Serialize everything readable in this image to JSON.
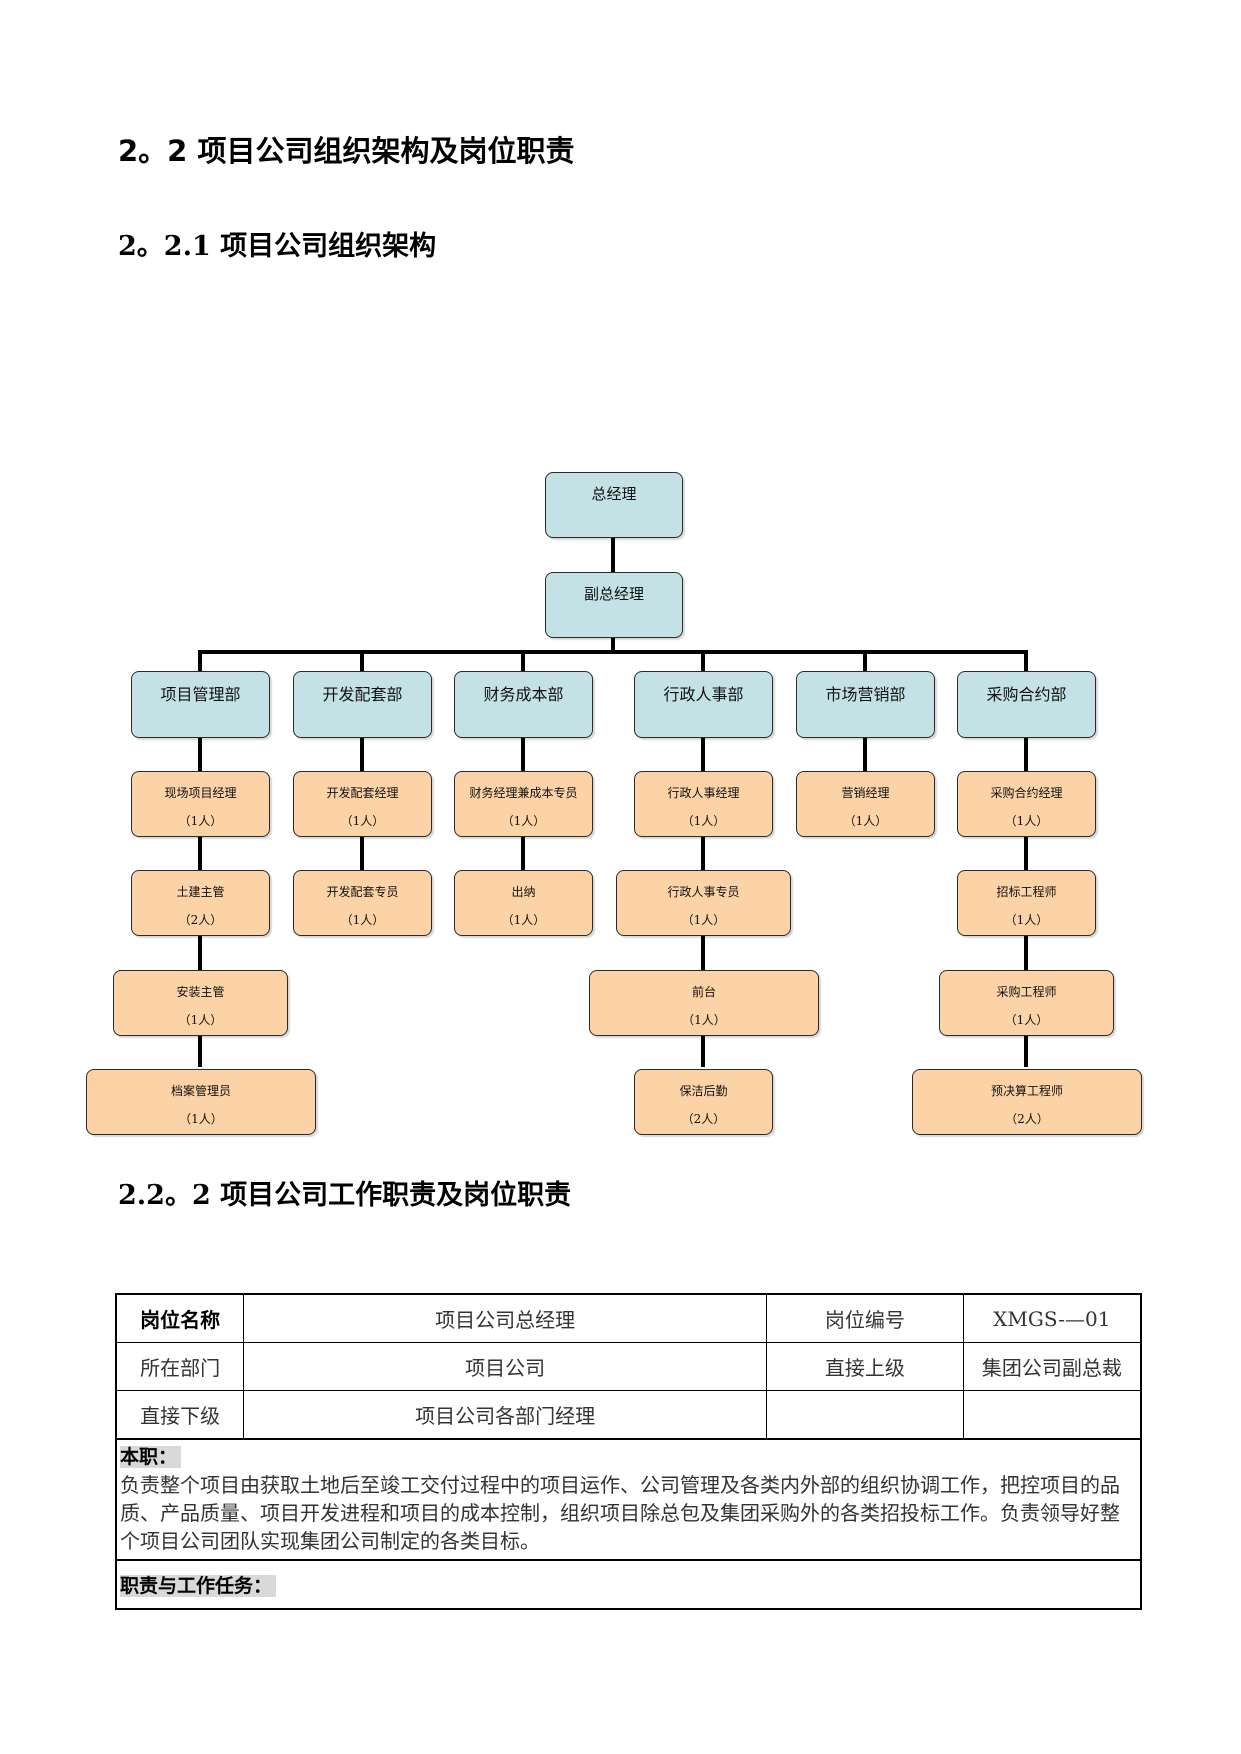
{
  "headings": {
    "h1": "2。2 项目公司组织架构及岗位职责",
    "h2a": "2。2.1 项目公司组织架构",
    "h2b": "2.2。2 项目公司工作职责及岗位职责"
  },
  "org": {
    "gm": "总经理",
    "deputy": "副总经理",
    "departments": [
      "项目管理部",
      "开发配套部",
      "财务成本部",
      "行政人事部",
      "市场营销部",
      "采购合约部"
    ],
    "roles": {
      "project": [
        {
          "title": "现场项目经理",
          "count": "（1人）"
        },
        {
          "title": "土建主管",
          "count": "（2人）"
        },
        {
          "title": "安装主管",
          "count": "（1人）"
        },
        {
          "title": "档案管理员",
          "count": "（1人）"
        }
      ],
      "dev": [
        {
          "title": "开发配套经理",
          "count": "（1人）"
        },
        {
          "title": "开发配套专员",
          "count": "（1人）"
        }
      ],
      "finance": [
        {
          "title": "财务经理兼成本专员",
          "count": "（1人）"
        },
        {
          "title": "出纳",
          "count": "（1人）"
        }
      ],
      "admin": [
        {
          "title": "行政人事经理",
          "count": "（1人）"
        },
        {
          "title": "行政人事专员",
          "count": "（1人）"
        },
        {
          "title": "前台",
          "count": "（1人）"
        },
        {
          "title": "保洁后勤",
          "count": "（2人）"
        }
      ],
      "marketing": [
        {
          "title": "营销经理",
          "count": "（1人）"
        }
      ],
      "procure": [
        {
          "title": "采购合约经理",
          "count": "（1人）"
        },
        {
          "title": "招标工程师",
          "count": "（1人）"
        },
        {
          "title": "采购工程师",
          "count": "（1人）"
        },
        {
          "title": "预决算工程师",
          "count": "（2人）"
        }
      ]
    }
  },
  "table": {
    "r1": [
      "岗位名称",
      "项目公司总经理",
      "岗位编号",
      "XMGS-—01"
    ],
    "r2": [
      "所在部门",
      "项目公司",
      "直接上级",
      "集团公司副总裁"
    ],
    "r3": [
      "直接下级",
      "项目公司各部门经理",
      "",
      ""
    ],
    "duty_label": "本职：",
    "duty_text": "负责整个项目由获取土地后至竣工交付过程中的项目运作、公司管理及各类内外部的组织协调工作，把控项目的品质、产品质量、项目开发进程和项目的成本控制，组织项目除总包及集团采购外的各类招投标工作。负责领导好整个项目公司团队实现集团公司制定的各类目标。",
    "tasks_label": "职责与工作任务："
  }
}
